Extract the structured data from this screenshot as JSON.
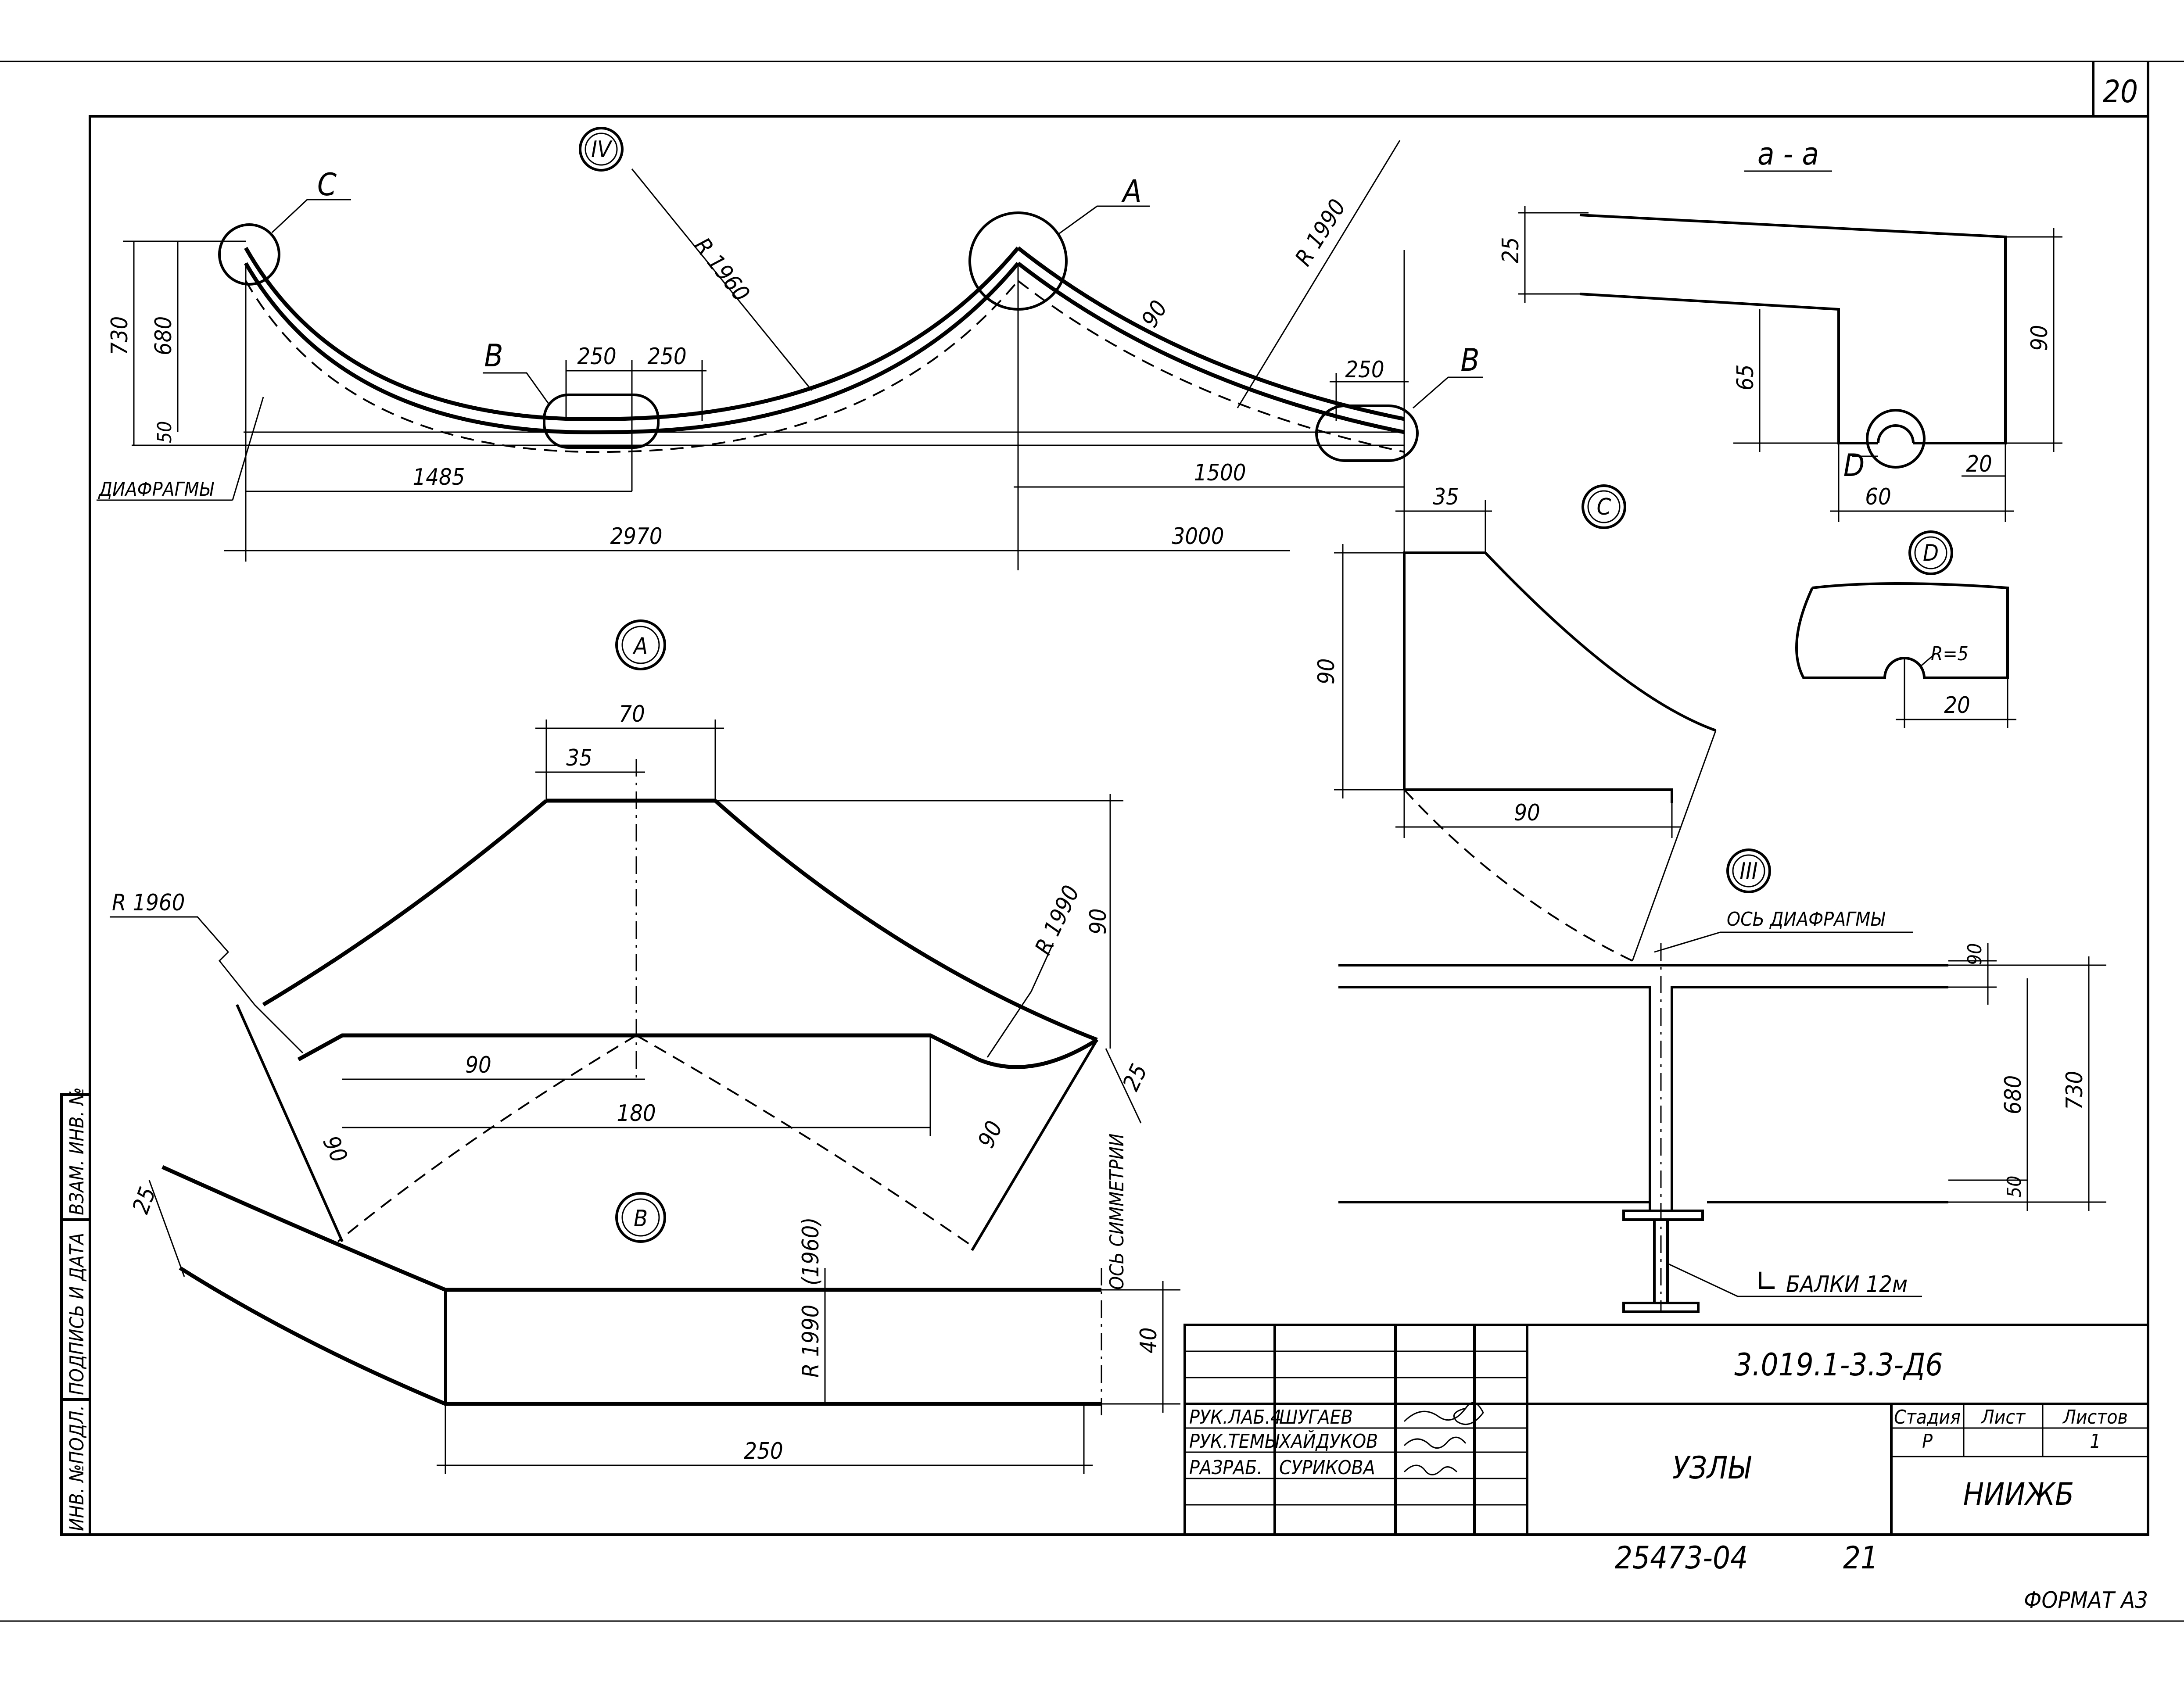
{
  "sheet": {
    "number": "20",
    "format": "ФОРМАТ А3",
    "archive_number": "25473-04",
    "archive_page": "21"
  },
  "views": {
    "main": {
      "nodes": {
        "iv": "IV",
        "c": "C",
        "a": "A",
        "b_left": "B",
        "b_right": "B"
      },
      "labels": {
        "diaphragms": "ДИАФРАГМЫ"
      },
      "dims": {
        "h730": "730",
        "h680": "680",
        "h50": "50",
        "w250a": "250",
        "w250b": "250",
        "w250c": "250",
        "r1960": "R 1960",
        "r1990": "R 1990",
        "t90": "90",
        "w1485": "1485",
        "w1500": "1500",
        "w2970": "2970",
        "w3000": "3000"
      }
    },
    "section_aa": {
      "title": "а - а",
      "dims": {
        "d25": "25",
        "d65": "65",
        "d90": "90",
        "d60": "60",
        "d20": "20"
      },
      "node_d": "D"
    },
    "detail_c": {
      "title": "C",
      "dims": {
        "d35": "35",
        "d90v": "90",
        "d90h": "90"
      }
    },
    "detail_d": {
      "title": "D",
      "dims": {
        "r5": "R=5",
        "d20": "20"
      }
    },
    "detail_a": {
      "title": "A",
      "dims": {
        "d70": "70",
        "d35": "35",
        "r1960": "R 1960",
        "r1990": "R 1990",
        "d90v": "90",
        "d90": "90",
        "d180": "180",
        "d25": "25",
        "d90l": "90",
        "d90r": "90"
      }
    },
    "detail_b": {
      "title": "B",
      "dims": {
        "d25": "25",
        "r1990": "R 1990",
        "r1960": "(1960)",
        "d40": "40",
        "d250": "250"
      },
      "labels": {
        "symmetry_axis": "ОСЬ СИММЕТРИИ"
      }
    },
    "detail_iii": {
      "title": "III",
      "labels": {
        "diaphragm_axis": "ОСЬ ДИАФРАГМЫ",
        "beam": "БАЛКИ 12м"
      },
      "dims": {
        "d90": "90",
        "d680": "680",
        "d730": "730",
        "d50": "50"
      }
    }
  },
  "side_stamp": [
    "ИНВ. №ПОДЛ.",
    "ПОДПИСЬ И ДАТА",
    "ВЗАМ. ИНВ. №"
  ],
  "title_block": {
    "doc_code": "3.019.1-3.3-Д6",
    "title": "УЗЛЫ",
    "org": "НИИЖБ",
    "headers": {
      "stage": "Стадия",
      "sheet": "Лист",
      "sheets": "Листов"
    },
    "values": {
      "stage": "Р",
      "sheet": "",
      "sheets": "1"
    },
    "people": [
      {
        "role": "РУК.ЛАБ.4",
        "name": "ШУГАЕВ"
      },
      {
        "role": "РУК.ТЕМЫ",
        "name": "ХАЙДУКОВ"
      },
      {
        "role": "РАЗРАБ.",
        "name": "СУРИКОВА"
      }
    ]
  }
}
